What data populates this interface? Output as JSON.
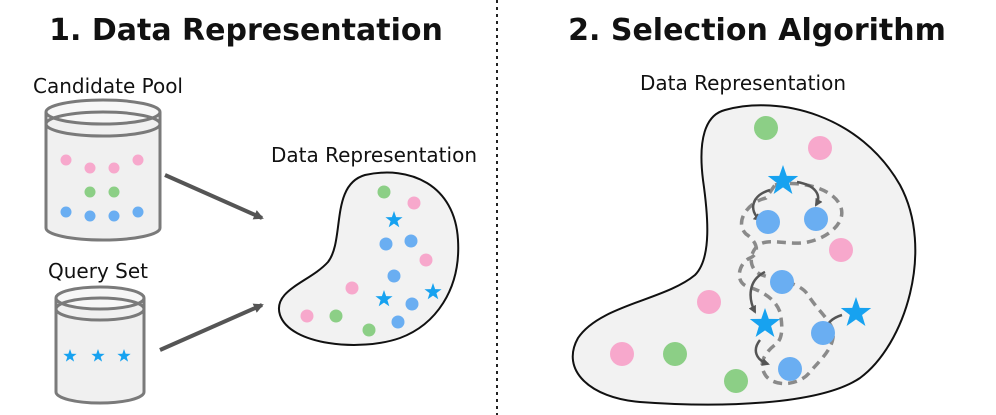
{
  "left_panel": {
    "title": "1. Data Representation",
    "candidate_pool_label": "Candidate Pool",
    "query_set_label": "Query Set",
    "representation_label": "Data Representation"
  },
  "right_panel": {
    "title": "2. Selection Algorithm",
    "representation_label": "Data Representation"
  },
  "colors": {
    "pink": "#f7a8cc",
    "green": "#8ccf86",
    "blue": "#6aaef2",
    "star": "#17a2f0",
    "cloud_fill": "#f2f2f2",
    "cylinder_fill": "#f0f0f0",
    "arrow": "#555555",
    "dashed_path": "#8a8a8a",
    "divider": "#222222"
  }
}
